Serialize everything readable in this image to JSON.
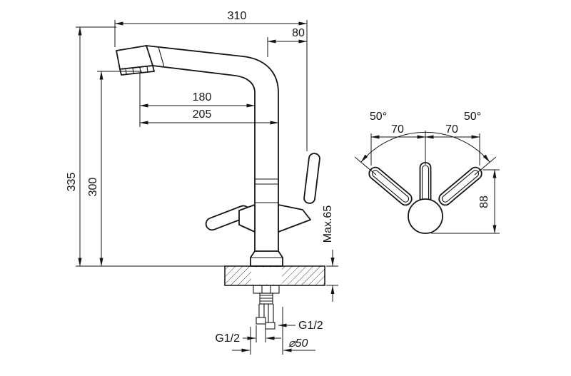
{
  "side_view": {
    "total_width": "310",
    "handle_offset": "80",
    "spout_reach_inner": "180",
    "spout_reach_outer": "205",
    "total_height": "335",
    "outlet_height": "300",
    "counter_thickness": "Max.65",
    "thread_left": "G1/2",
    "thread_right": "G1/2",
    "base_diameter": "⌀50"
  },
  "top_view": {
    "angle_left": "50°",
    "angle_right": "50°",
    "handle_span_left": "70",
    "handle_span_right": "70",
    "body_depth": "88"
  },
  "colors": {
    "line": "#141414",
    "background": "#ffffff"
  }
}
